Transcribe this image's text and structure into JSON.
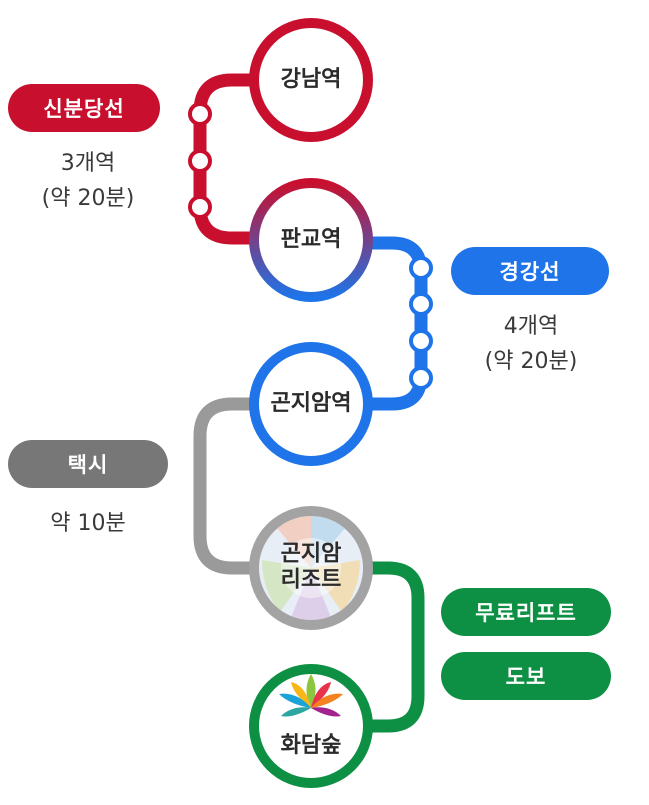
{
  "stations": {
    "gangnam": "강남역",
    "pangyo": "판교역",
    "gonjiam": "곤지암역",
    "resort_line1": "곤지암",
    "resort_line2": "리조트",
    "hwadam": "화담숲"
  },
  "routes": {
    "sinbundang": {
      "label": "신분당선",
      "stops": "3개역",
      "time": "(약 20분)",
      "color": "#c8102e"
    },
    "gyeonggang": {
      "label": "경강선",
      "stops": "4개역",
      "time": "(약 20분)",
      "color": "#1e74e8"
    },
    "taxi": {
      "label": "택시",
      "time": "약 10분",
      "color": "#777777"
    },
    "shuttle": {
      "label1": "무료리프트",
      "label2": "도보",
      "color": "#0e9044"
    }
  }
}
